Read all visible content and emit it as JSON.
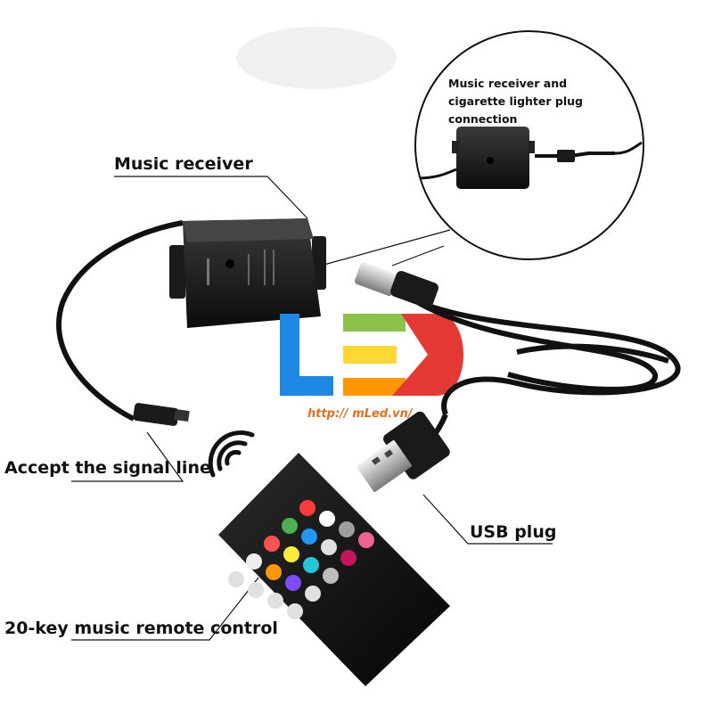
{
  "labels": {
    "music_receiver": "Music receiver",
    "inset_caption": "Music receiver and cigarette lighter plug connection",
    "accept_signal": "Accept the signal line",
    "usb_plug": "USB plug",
    "remote": "20-key music remote control"
  },
  "watermark": {
    "url": "http:// mLed.vn/"
  },
  "colors": {
    "led_blue": "#1e88e5",
    "led_green": "#8bc34a",
    "led_yellow": "#fdd835",
    "led_orange": "#ff9800",
    "led_red": "#e53935",
    "url_text": "#e07020"
  }
}
